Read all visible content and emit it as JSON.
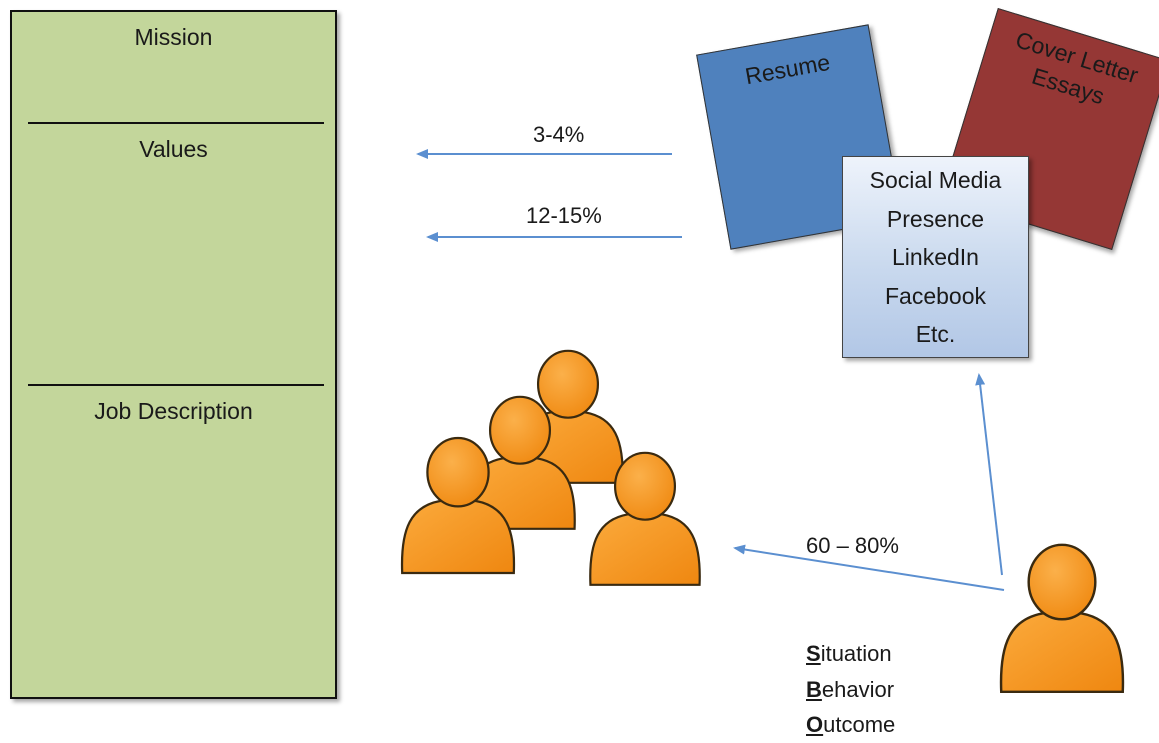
{
  "organization": {
    "mission_label": "Mission",
    "values_label": "Values",
    "job_description_label": "Job Description",
    "panel_color": "#c3d69b"
  },
  "percentages": {
    "resume_pct": "3-4%",
    "cover_letter_pct": "12-15%",
    "network_pct": "60 – 80%"
  },
  "documents": {
    "resume_label": "Resume",
    "cover_letter_lines": [
      "Cover Letter",
      "Essays"
    ],
    "resume_color": "#4f81bd",
    "cover_letter_color": "#953735"
  },
  "social_media": {
    "lines": [
      "Social Media",
      "Presence",
      "LinkedIn",
      "Facebook",
      "Etc."
    ]
  },
  "sbo": {
    "situation": {
      "letter": "S",
      "rest": "ituation"
    },
    "behavior": {
      "letter": "B",
      "rest": "ehavior"
    },
    "outcome": {
      "letter": "O",
      "rest": "utcome"
    }
  },
  "icons": {
    "person_color": "#f7941d",
    "arrow_color": "#5b8fd0"
  }
}
